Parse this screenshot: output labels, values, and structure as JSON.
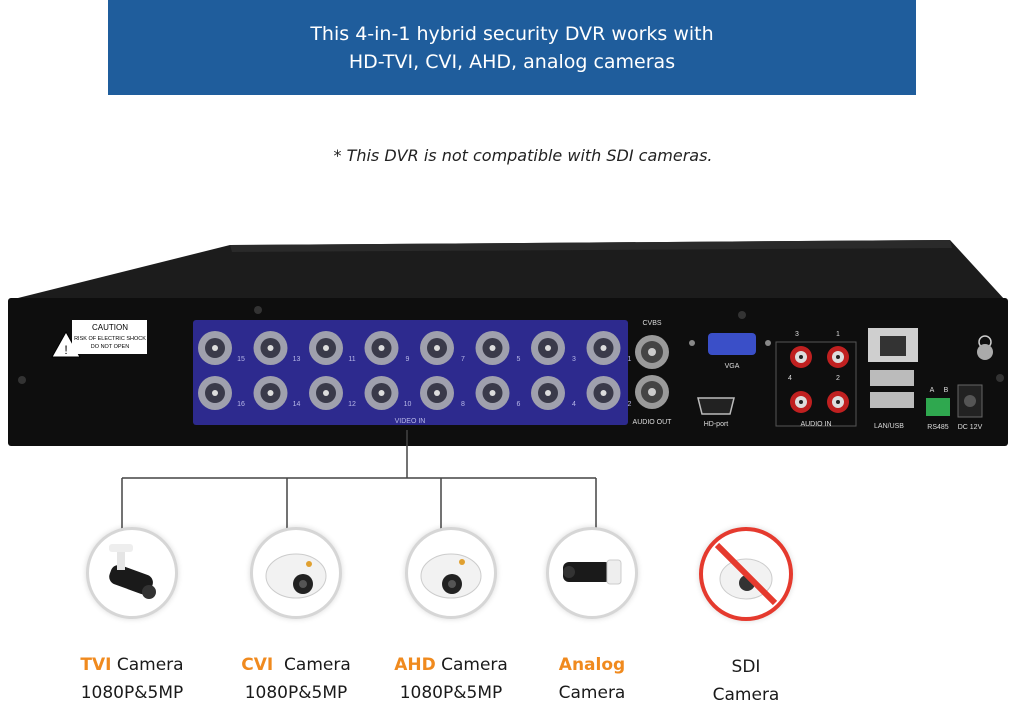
{
  "banner": {
    "line1": "This 4-in-1 hybrid security DVR works with",
    "line2": "HD-TVI, CVI, AHD, analog cameras"
  },
  "note": "* This DVR is not compatible with SDI cameras.",
  "dvr_panel": {
    "caution_title": "CAUTION",
    "caution_line1": "RISK OF ELECTRIC SHOCK",
    "caution_line2": "DO NOT OPEN",
    "video_in_label": "VIDEO IN",
    "top_numbers": [
      "15",
      "13",
      "11",
      "9",
      "7",
      "5",
      "3",
      "1"
    ],
    "bottom_numbers": [
      "16",
      "14",
      "12",
      "10",
      "8",
      "6",
      "4",
      "2"
    ],
    "cvbs_label": "CVBS",
    "vga_label": "VGA",
    "audio_out_label": "AUDIO OUT",
    "hdport_label": "HD-port",
    "audio_in_label": "AUDIO IN",
    "audio_numbers": [
      "3",
      "1",
      "4",
      "2"
    ],
    "lan_label": "LAN/USB",
    "rs485_label": "RS485",
    "rs485_ab": [
      "A",
      "B"
    ],
    "dc_label": "DC 12V"
  },
  "cameras": [
    {
      "type_label": "TVI",
      "word": "Camera",
      "resolution": "1080P&5MP"
    },
    {
      "type_label": "CVI",
      "word": "Camera",
      "resolution": "1080P&5MP"
    },
    {
      "type_label": "AHD",
      "word": "Camera",
      "resolution": "1080P&5MP"
    },
    {
      "type_label": "Analog",
      "word": "Camera",
      "resolution": ""
    },
    {
      "type_label": "SDI",
      "word": "Camera",
      "resolution": ""
    }
  ],
  "colors": {
    "banner_bg": "#1f5d9c",
    "accent_orange": "#f08a1e",
    "prohibition_red": "#e53a2e",
    "bnc_panel": "#2d2a8e"
  }
}
